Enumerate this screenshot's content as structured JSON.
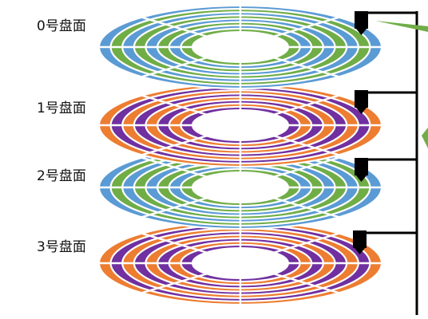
{
  "platters": [
    {
      "label": "0号盘面",
      "colors": [
        "#5b9bd5",
        "#70ad47"
      ]
    },
    {
      "label": "1号盘面",
      "colors": [
        "#ed7d31",
        "#7030a0"
      ]
    },
    {
      "label": "2号盘面",
      "colors": [
        "#5b9bd5",
        "#70ad47"
      ]
    },
    {
      "label": "3号盘面",
      "colors": [
        "#ed7d31",
        "#7030a0"
      ]
    }
  ],
  "ring_count": 8,
  "sector_count": 8,
  "arm_color": "#000000",
  "head_color": "#000000",
  "pointer_color": "#70ad47"
}
